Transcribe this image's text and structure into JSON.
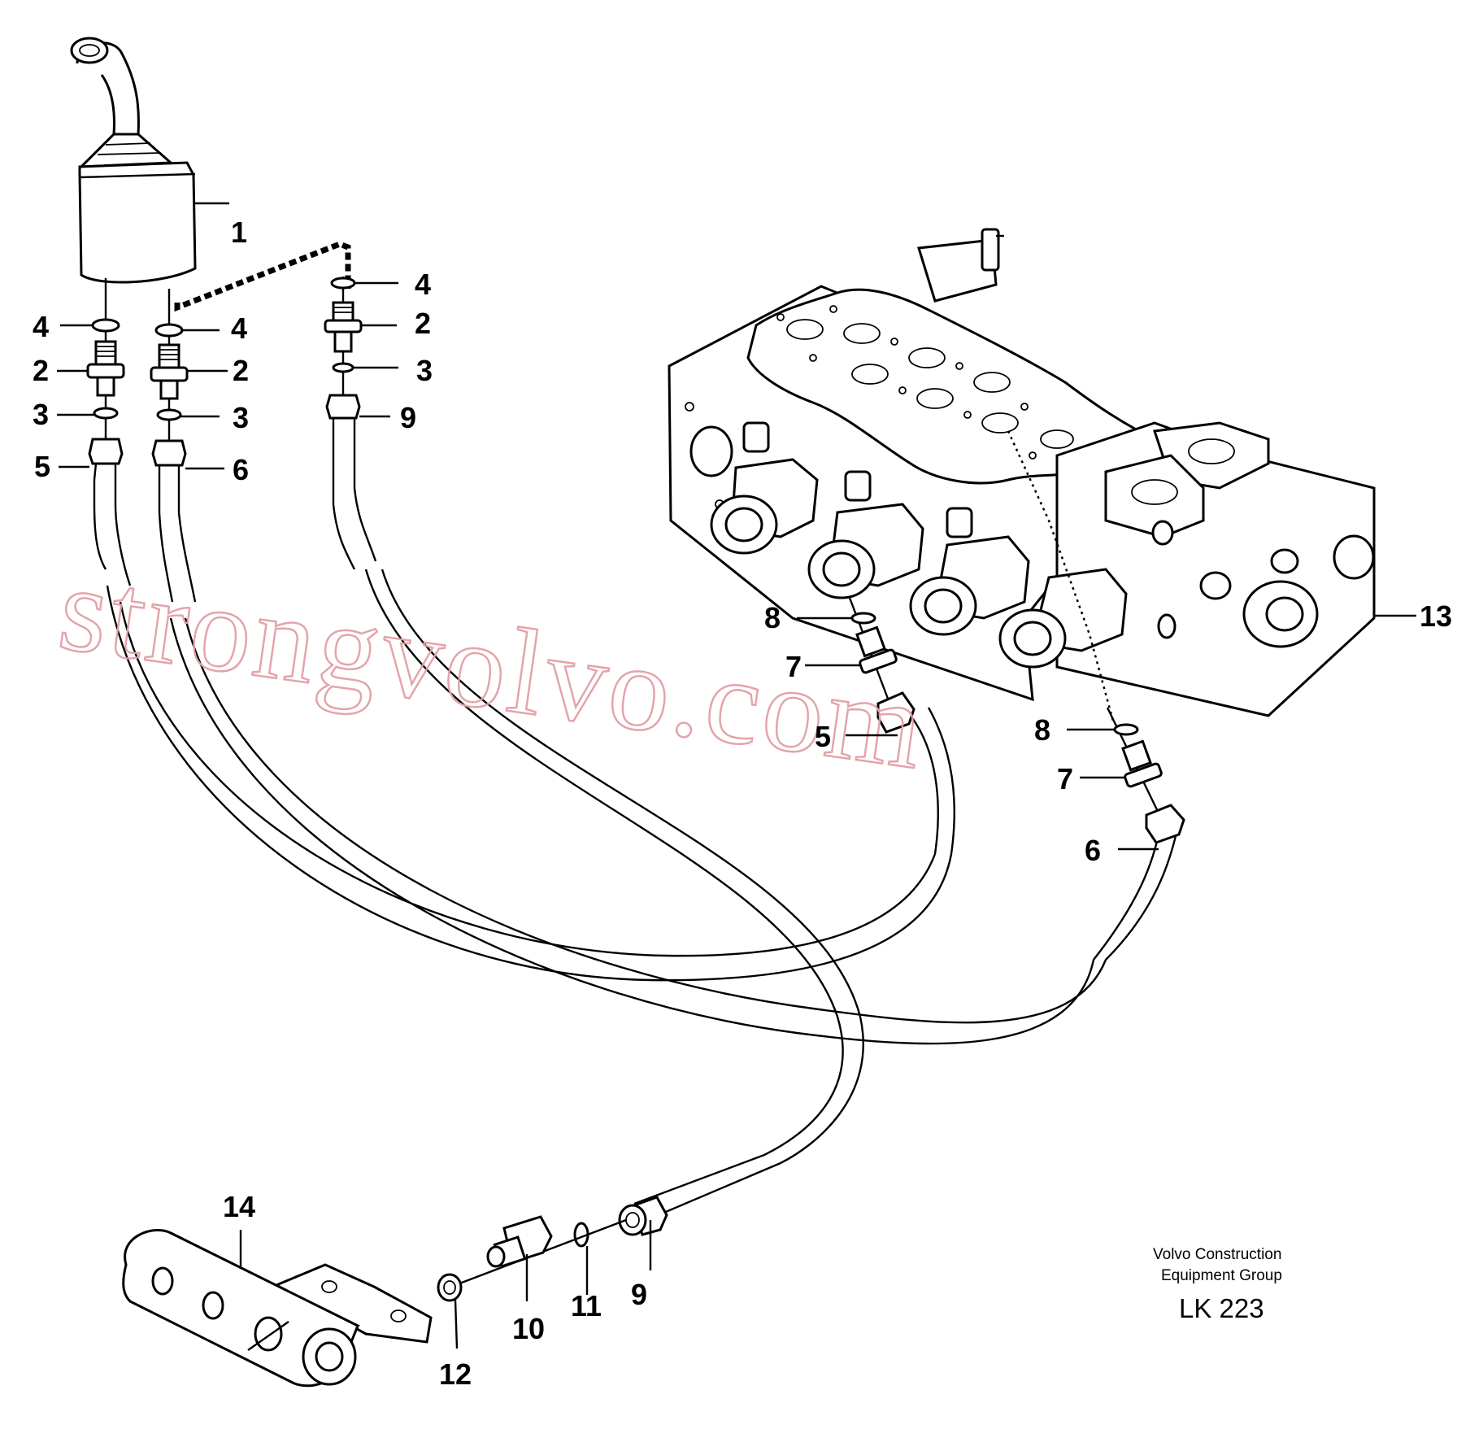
{
  "diagram": {
    "watermark": "strongvolvo.com",
    "credit": {
      "line1": "Volvo Construction",
      "line2": "Equipment Group",
      "code": "LK 223"
    },
    "labels": [
      {
        "id": "lbl-1",
        "text": "1"
      },
      {
        "id": "lbl-4a",
        "text": "4"
      },
      {
        "id": "lbl-4b",
        "text": "4"
      },
      {
        "id": "lbl-4c",
        "text": "4"
      },
      {
        "id": "lbl-2a",
        "text": "2"
      },
      {
        "id": "lbl-2b",
        "text": "2"
      },
      {
        "id": "lbl-2c",
        "text": "2"
      },
      {
        "id": "lbl-3a",
        "text": "3"
      },
      {
        "id": "lbl-3b",
        "text": "3"
      },
      {
        "id": "lbl-3c",
        "text": "3"
      },
      {
        "id": "lbl-5a",
        "text": "5"
      },
      {
        "id": "lbl-6a",
        "text": "6"
      },
      {
        "id": "lbl-9a",
        "text": "9"
      },
      {
        "id": "lbl-8a",
        "text": "8"
      },
      {
        "id": "lbl-7a",
        "text": "7"
      },
      {
        "id": "lbl-5b",
        "text": "5"
      },
      {
        "id": "lbl-13",
        "text": "13"
      },
      {
        "id": "lbl-8b",
        "text": "8"
      },
      {
        "id": "lbl-7b",
        "text": "7"
      },
      {
        "id": "lbl-6b",
        "text": "6"
      },
      {
        "id": "lbl-14",
        "text": "14"
      },
      {
        "id": "lbl-9b",
        "text": "9"
      },
      {
        "id": "lbl-10",
        "text": "10"
      },
      {
        "id": "lbl-11",
        "text": "11"
      },
      {
        "id": "lbl-12",
        "text": "12"
      }
    ]
  }
}
